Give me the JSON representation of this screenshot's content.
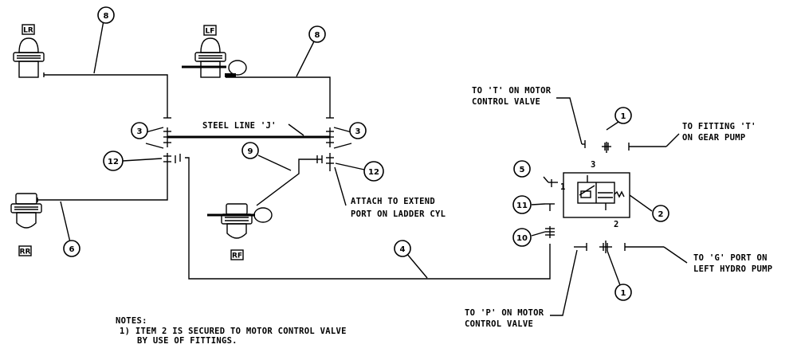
{
  "corner_tags": {
    "lr": "LR",
    "lf": "LF",
    "rr": "RR",
    "rf": "RF"
  },
  "callouts": {
    "c8a": "8",
    "c8b": "8",
    "c3l": "3",
    "c3r": "3",
    "c12l": "12",
    "c12r": "12",
    "c9": "9",
    "c6": "6",
    "c4": "4",
    "c5": "5",
    "c11": "11",
    "c10": "10",
    "c1t": "1",
    "c1b": "1",
    "c2": "2"
  },
  "labels": {
    "steel_line": "STEEL LINE 'J'",
    "attach_1": "ATTACH TO EXTEND",
    "attach_2": "PORT ON LADDER CYL",
    "to_t_1": "TO 'T' ON MOTOR",
    "to_t_2": "CONTROL VALVE",
    "to_fitting_1": "TO FITTING 'T'",
    "to_fitting_2": "ON GEAR PUMP",
    "to_g_1": "TO 'G' PORT ON",
    "to_g_2": "LEFT HYDRO PUMP",
    "to_p_1": "TO 'P' ON MOTOR",
    "to_p_2": "CONTROL VALVE"
  },
  "valve_ports": {
    "p1": "1",
    "p2": "2",
    "p3": "3"
  },
  "notes": {
    "title": "NOTES:",
    "line1": "1) ITEM 2 IS SECURED TO MOTOR CONTROL VALVE",
    "line2": "BY USE OF FITTINGS."
  }
}
